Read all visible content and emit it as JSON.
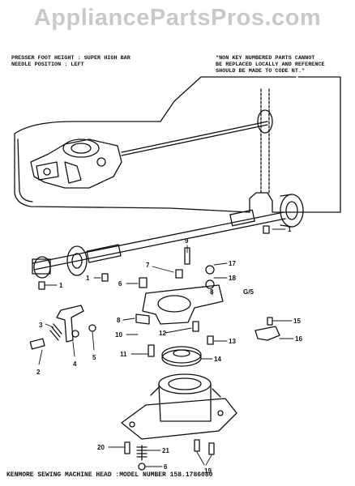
{
  "watermark": "AppliancePartsPros.com",
  "notes": {
    "left_line1": "PRESSER FOOT HEIGHT : SUPER HIGH BAR",
    "left_line2": "NEEDLE POSITION : LEFT",
    "right_line1": "\"NON KEY NUMBERED PARTS CANNOT",
    "right_line2": "BE REPLACED LOCALLY AND REFERENCE",
    "right_line3": "SHOULD BE MADE TO CODE NT.\""
  },
  "footer": "KENMORE SEWING MACHINE HEAD :MODEL NUMBER 158.1786080",
  "side_code": "G/5",
  "callouts": [
    "1",
    "1",
    "1",
    "2",
    "3",
    "4",
    "5",
    "6",
    "7",
    "8",
    "9",
    "10",
    "11",
    "12",
    "13",
    "14",
    "15",
    "16",
    "17",
    "18",
    "19",
    "20",
    "21",
    "6",
    "8"
  ],
  "colors": {
    "ink": "#111111",
    "watermark": "#c9c9c9",
    "background": "#ffffff"
  }
}
